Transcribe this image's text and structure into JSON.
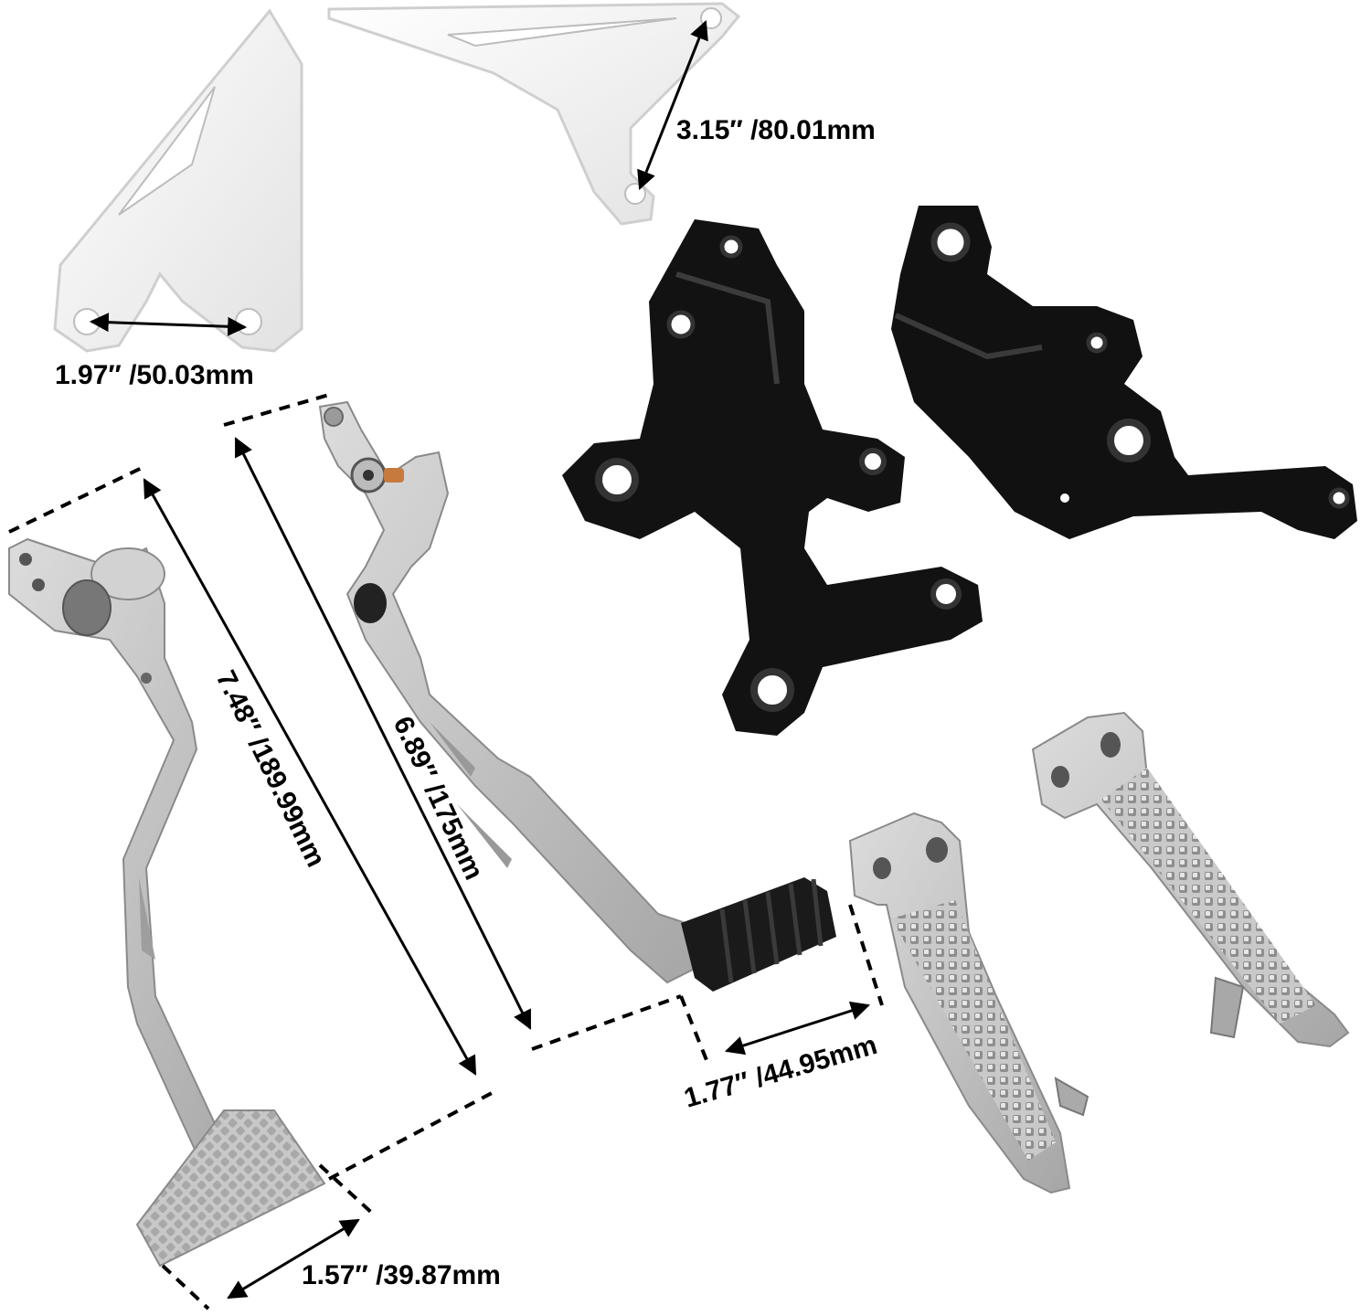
{
  "colors": {
    "background": "#ffffff",
    "aluminum": "#c4c4c4",
    "aluminum_dark": "#9a9a9a",
    "aluminum_light": "#e2e2e2",
    "black_part": "#111111",
    "black_highlight": "#3a3a3a",
    "heel_plate": "#f2f2f2",
    "heel_plate_edge": "#cfcfcf",
    "rubber": "#1a1a1a",
    "copper": "#c67a3e",
    "dimension_line": "#000000"
  },
  "parts": {
    "heel_guard_left": "heel-guard-plate",
    "heel_guard_right": "heel-guard-plate",
    "rearset_bracket_left": "rearset-bracket",
    "rearset_bracket_right": "rearset-bracket",
    "brake_lever": "brake-pedal-lever",
    "shift_lever": "gear-shift-lever",
    "footpeg_left": "foot-peg",
    "footpeg_right": "foot-peg"
  },
  "dimensions": {
    "heel_guard_hole_spacing": "1.97″ /50.03mm",
    "heel_guard_hole_diagonal": "3.15″ /80.01mm",
    "brake_lever_length": "7.48″ /189.99mm",
    "shift_lever_length": "6.89″ /175mm",
    "shift_peg_length": "1.77″ /44.95mm",
    "brake_pad_width": "1.57″ /39.87mm"
  }
}
